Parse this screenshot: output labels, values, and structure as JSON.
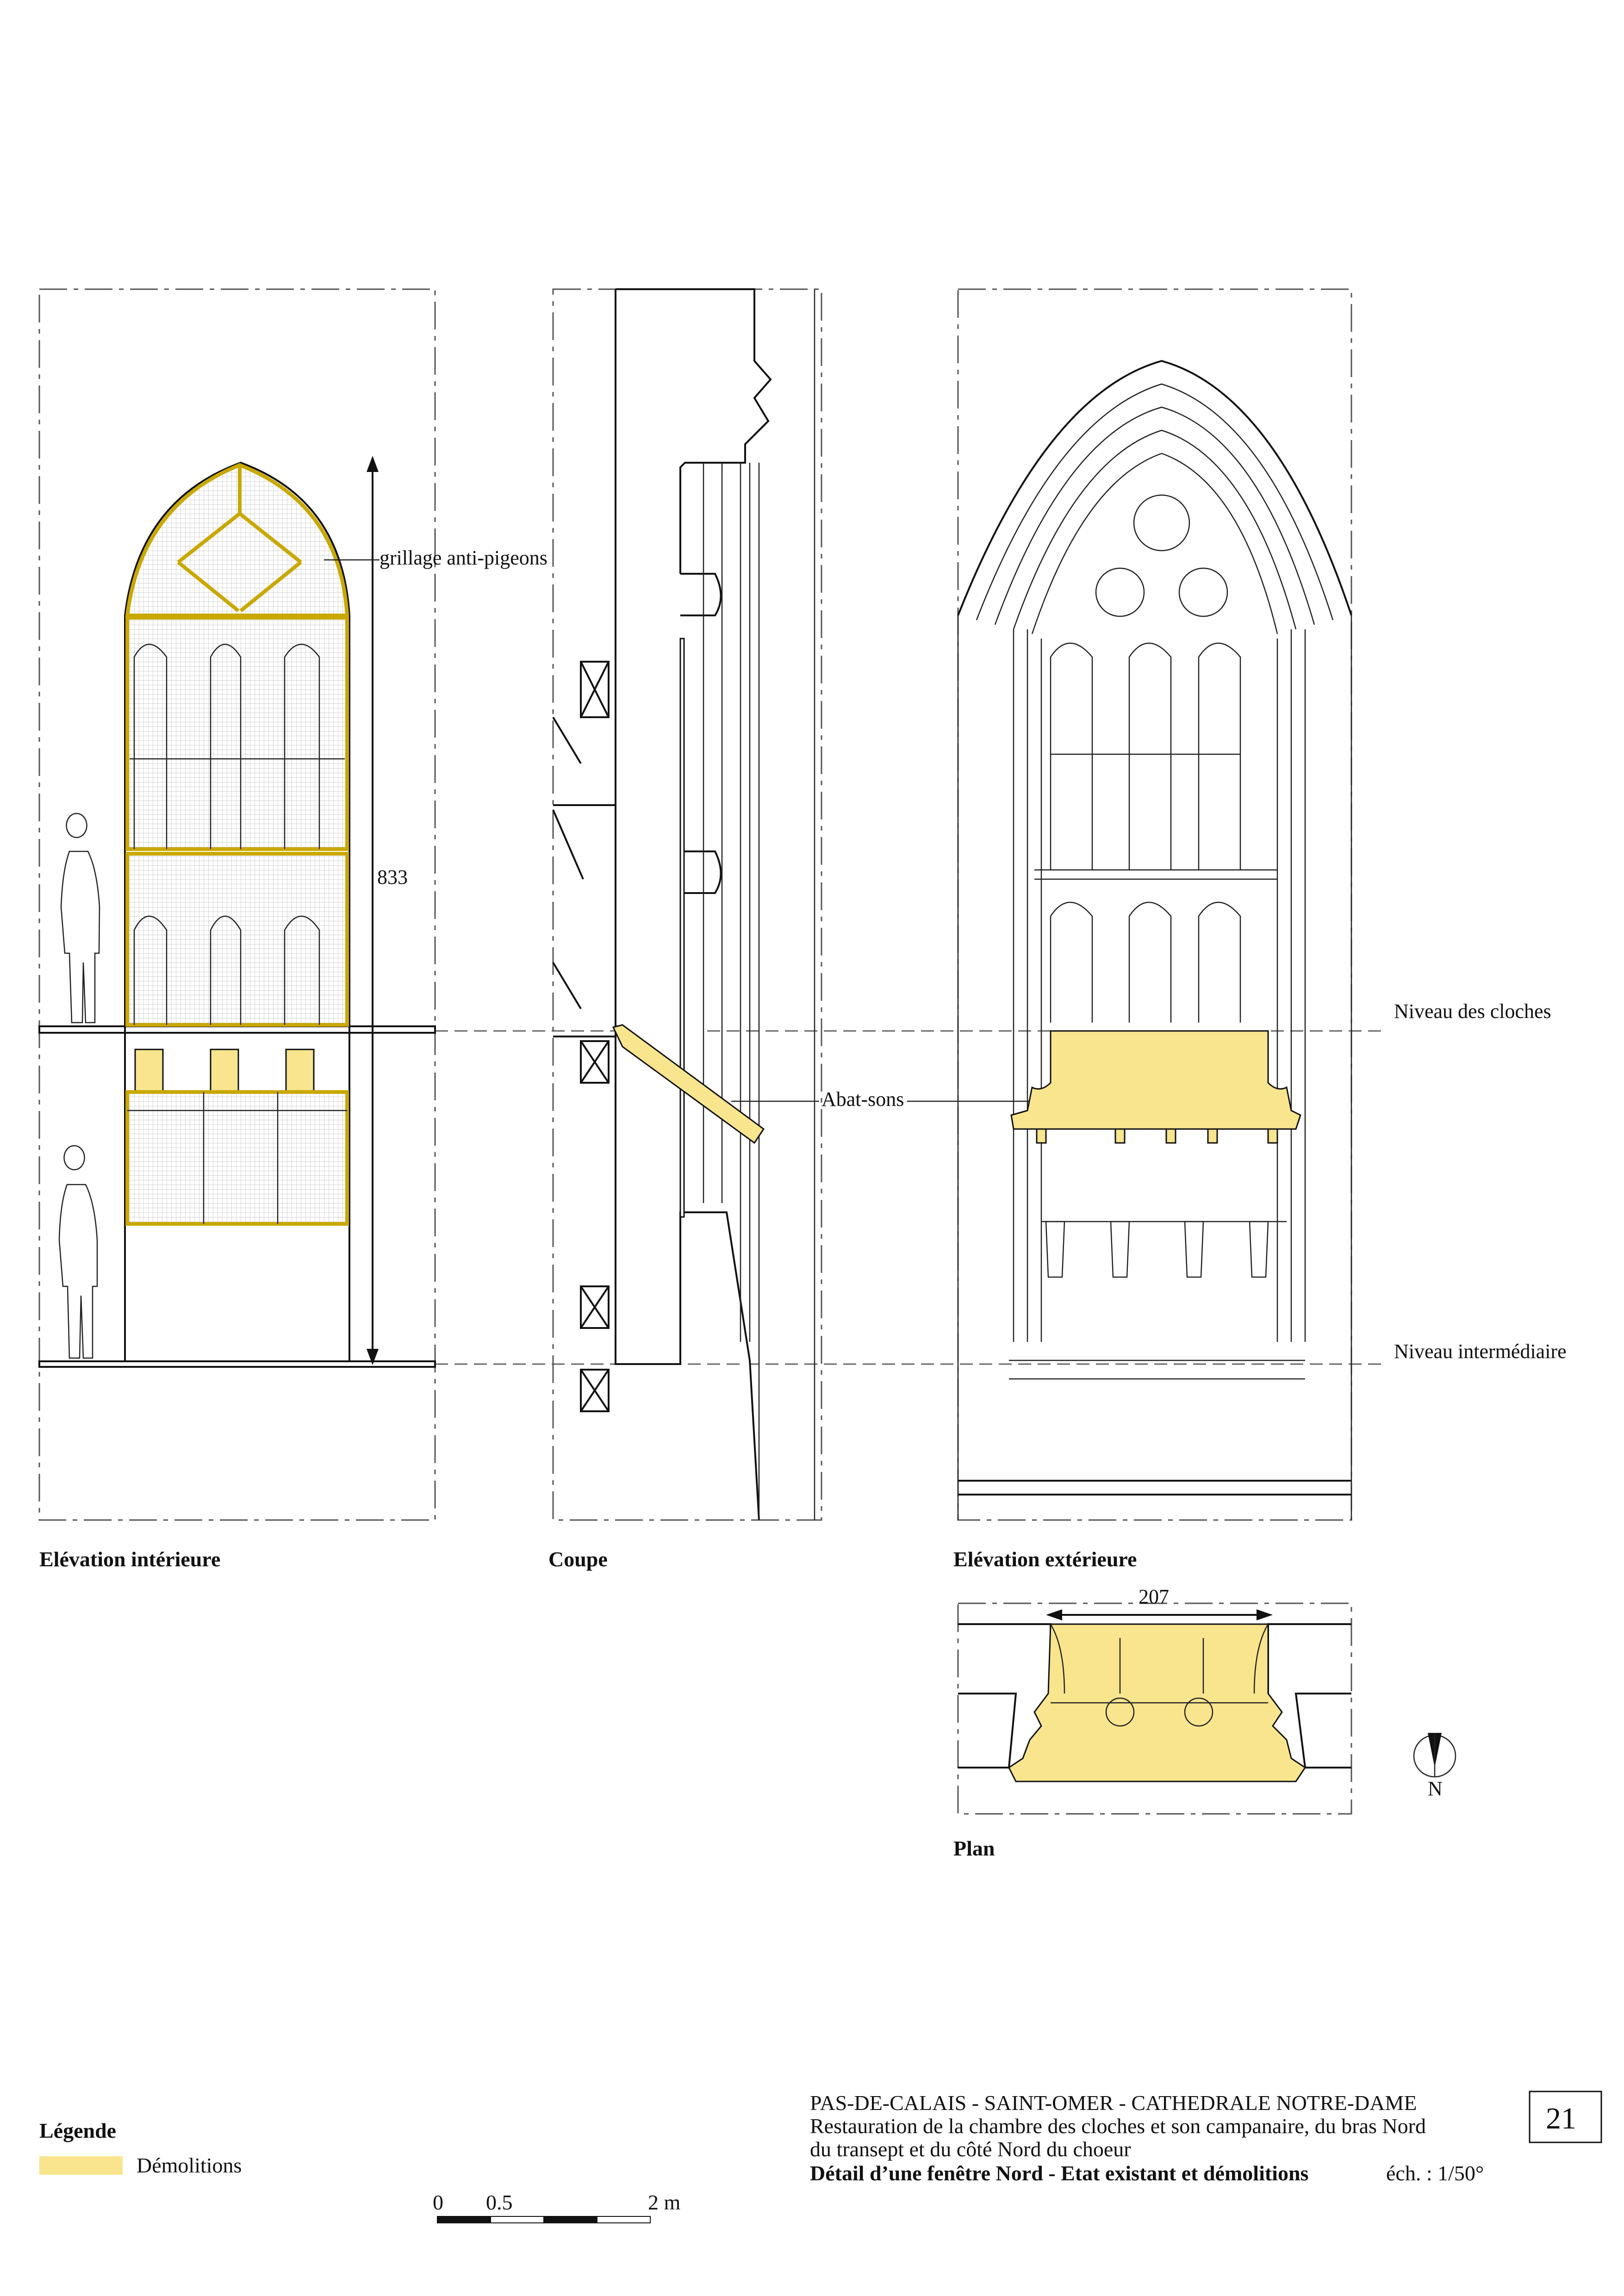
{
  "views": {
    "interior": "Elévation intérieure",
    "section": "Coupe",
    "exterior": "Elévation extérieure",
    "plan": "Plan"
  },
  "annotations": {
    "grillage": "grillage anti-pigeons",
    "abat_sons": "Abat-sons",
    "niveau_cloches": "Niveau des cloches",
    "niveau_intermediaire": "Niveau intermédiaire"
  },
  "dimensions": {
    "height": "833",
    "width": "207"
  },
  "legend": {
    "title": "Légende",
    "item": "Démolitions",
    "color": "#f8e58e"
  },
  "scale_bar": {
    "ticks": [
      "0",
      "0.5",
      "2 m"
    ]
  },
  "north": "N",
  "title_block": {
    "line1": "PAS-DE-CALAIS  -  SAINT-OMER  -  CATHEDRALE NOTRE-DAME",
    "line2": "Restauration de la chambre des cloches et son campanaire, du bras Nord",
    "line3": "du transept et du côté Nord du choeur",
    "line4": "Détail d’une fenêtre Nord - Etat existant et démolitions",
    "scale": "éch. : 1/50°",
    "sheet_number": "21"
  }
}
